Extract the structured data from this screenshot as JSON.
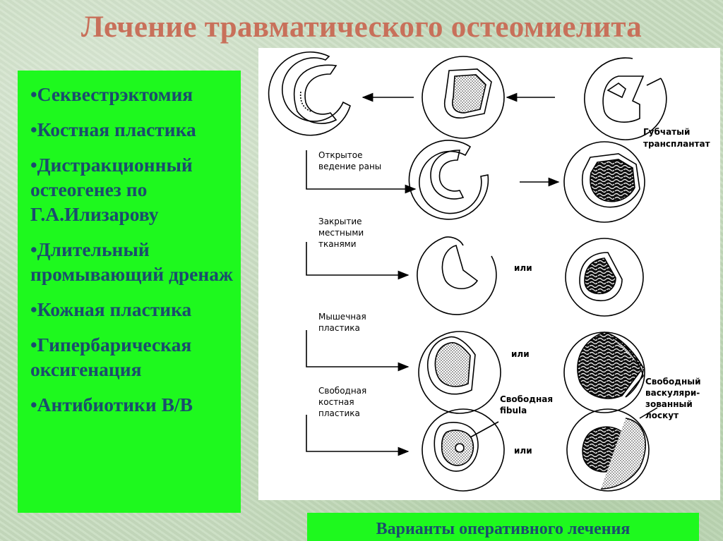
{
  "title": "Лечение травматического остеомиелита",
  "treatments": [
    "•Секвестрэктомия",
    "•Костная пластика",
    "•Дистракционный остеогенез по Г.А.Илизарову",
    "•Длительный промывающий дренаж",
    "•Кожная пластика",
    "•Гипербарическая оксигенация",
    "•Антибиотики В/В"
  ],
  "diagram": {
    "row_labels": {
      "open": [
        "Открытое",
        "ведение раны"
      ],
      "local": [
        "Закрытие",
        "местными",
        "тканями"
      ],
      "muscle": [
        "Мышечная",
        "пластика"
      ],
      "bone": [
        "Свободная",
        "костная",
        "пластика"
      ]
    },
    "callouts": {
      "graft": [
        "Губчатый",
        "трансплантат"
      ],
      "fibula": [
        "Свободная",
        "fibula"
      ],
      "flap": [
        "Свободный",
        "васкуляри-",
        "зованный",
        "лоскут"
      ]
    },
    "or_label": "или"
  },
  "caption": "Варианты оперативного лечения",
  "colors": {
    "title": "#c8705a",
    "panel_green": "#1ef91e",
    "list_text": "#1b4c6e",
    "background": "#c7dcbf"
  }
}
